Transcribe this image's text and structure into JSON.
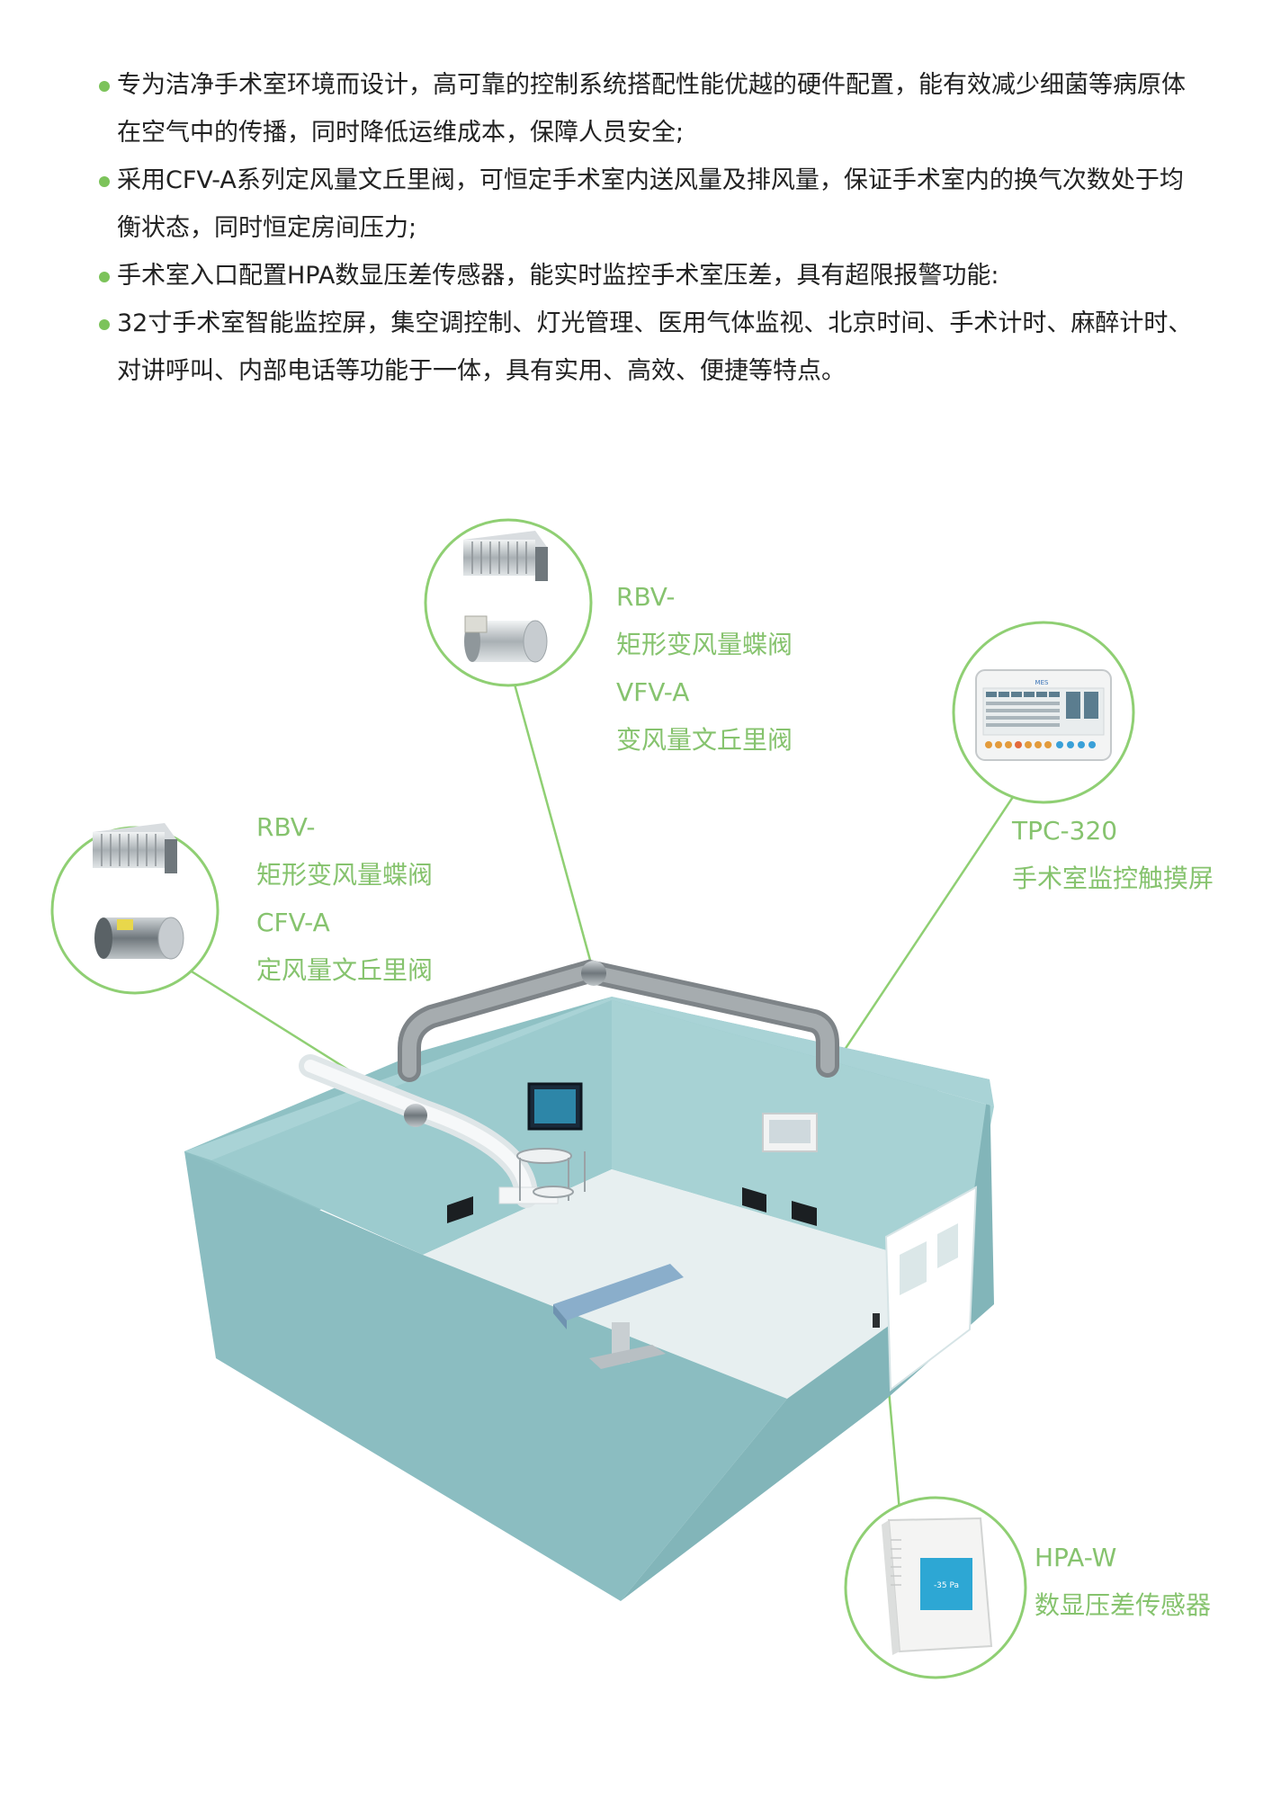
{
  "intro_bullets": [
    "专为洁净手术室环境而设计，高可靠的控制系统搭配性能优越的硬件配置，能有效减少细菌等病原体在空气中的传播，同时降低运维成本，保障人员安全;",
    "采用CFV-A系列定风量文丘里阀，可恒定手术室内送风量及排风量，保证手术室内的换气次数处于均衡状态，同时恒定房间压力;",
    "手术室入口配置HPA数显压差传感器，能实时监控手术室压差，具有超限报警功能:",
    "32寸手术室智能监控屏，集空调控制、灯光管理、医用气体监视、北京时间、手术计时、麻醉计时、对讲呼叫、内部电话等功能于一体，具有实用、高效、便捷等特点。"
  ],
  "callouts": {
    "top": {
      "line1": "RBV-",
      "line2": "矩形变风量蝶阀",
      "line3": "VFV-A",
      "line4": "变风量文丘里阀"
    },
    "left": {
      "line1": "RBV-",
      "line2": "矩形变风量蝶阀",
      "line3": "CFV-A",
      "line4": "定风量文丘里阀"
    },
    "screen": {
      "model": "TPC-320",
      "name": "手术室监控触摸屏",
      "brand": "MES"
    },
    "sensor": {
      "model": "HPA-W",
      "name": "数显压差传感器",
      "display": "-35 Pa"
    }
  },
  "colors": {
    "accent_green": "#86c36e",
    "bullet_green": "#7cc35a",
    "wall_teal": "#8fc1c4",
    "text_dark": "#222222"
  }
}
